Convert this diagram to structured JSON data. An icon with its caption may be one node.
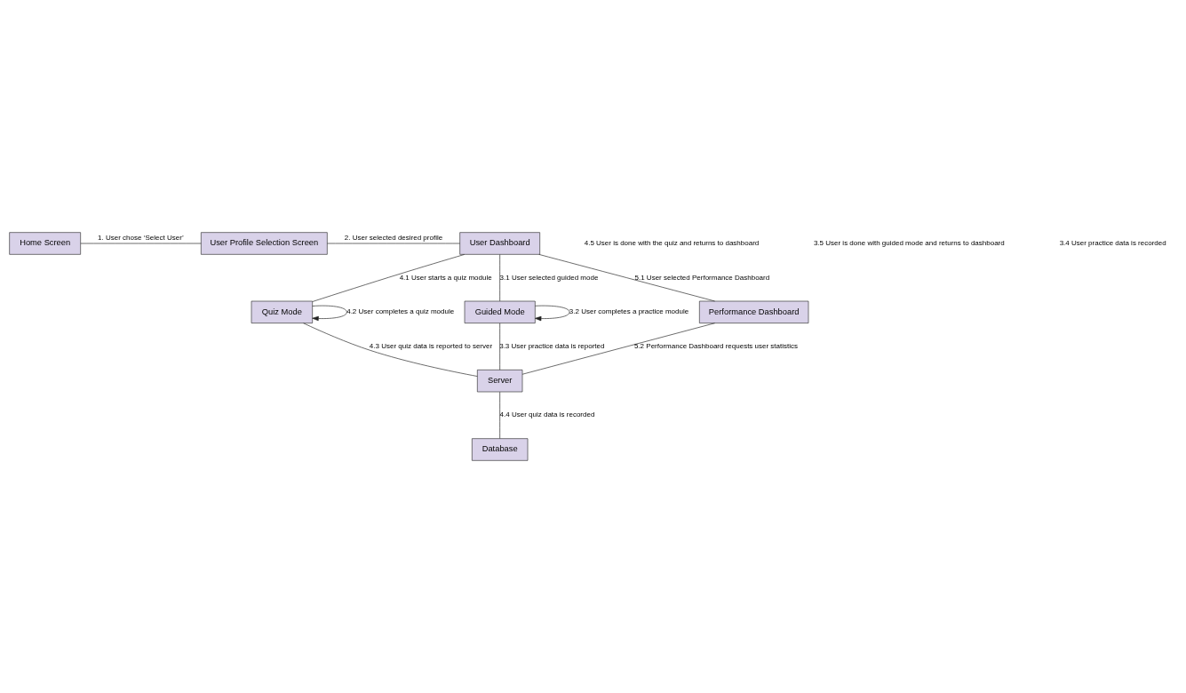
{
  "diagram": {
    "nodes": [
      {
        "text": [
          "Home Screen"
        ]
      },
      {
        "text": [
          "User Profile Selection Screen"
        ]
      },
      {
        "text": [
          "User Dashboard"
        ]
      },
      {
        "text": [
          "Quiz Mode"
        ]
      },
      {
        "text": [
          "Guided Mode"
        ]
      },
      {
        "text": [
          "Performance Dashboard"
        ]
      },
      {
        "text": [
          "Server"
        ]
      },
      {
        "text": [
          "Database"
        ]
      }
    ],
    "edges": [
      {
        "from": 0,
        "to": 1,
        "arrow": "none",
        "label": "1. User chose ‘Select User’"
      },
      {
        "from": 1,
        "to": 2,
        "arrow": "none",
        "label": "2. User selected desired profile"
      },
      {
        "from": 2,
        "to": 5,
        "arrow": "none",
        "label": "5.1 User selected Performance Dashboard"
      },
      {
        "from": 2,
        "to": 3,
        "arrow": "none",
        "label": "4.1 User starts a quiz module"
      },
      {
        "from": 2,
        "to": 4,
        "arrow": "none",
        "label": "3.1 User selected guided mode"
      },
      {
        "from": 3,
        "to": 3,
        "arrow": "to",
        "label": "4.2 User completes a quiz module"
      },
      {
        "from": 3,
        "to": 6,
        "arrow": "none",
        "label": "4.3 User quiz data is reported to server"
      },
      {
        "from": 4,
        "to": 4,
        "arrow": "to",
        "label": "3.2 User completes a practice module"
      },
      {
        "from": 4,
        "to": 6,
        "arrow": "none",
        "label": "3.3 User practice data is reported"
      },
      {
        "from": 5,
        "to": 6,
        "arrow": "none",
        "label": "5.2 Performance Dashboard requests user statistics"
      },
      {
        "from": 6,
        "to": 7,
        "arrow": "none",
        "label": "4.4 User quiz data is recorded"
      }
    ],
    "labels": [
      "4.5 User is done with the quiz and returns to dashboard",
      "3.5 User is done with guided mode and returns to dashboard",
      "3.4 User practice data is recorded"
    ]
  }
}
